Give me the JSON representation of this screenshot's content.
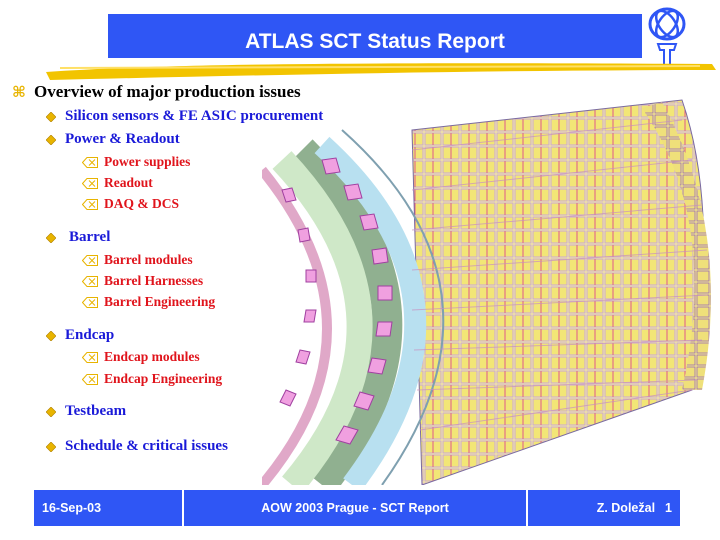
{
  "header": {
    "title": "ATLAS SCT Status Report"
  },
  "colors": {
    "title_bar": "#2f56f5",
    "level1_text": "#1a1ad8",
    "level2_text": "#e0141c",
    "accent_brush": "#f2c400"
  },
  "outline": {
    "heading": "Overview of major production issues",
    "heading_icon": "command-icon",
    "items": [
      {
        "label": "Silicon sensors & FE ASIC procurement",
        "subitems": []
      },
      {
        "label": "Power & Readout",
        "subitems": [
          "Power supplies",
          "Readout",
          "DAQ & DCS"
        ]
      },
      {
        "label": "Barrel",
        "subitems": [
          "Barrel modules",
          "Barrel Harnesses",
          "Barrel Engineering"
        ]
      },
      {
        "label": "Endcap",
        "subitems": [
          "Endcap modules",
          "Endcap Engineering"
        ]
      },
      {
        "label": "Testbeam",
        "subitems": []
      },
      {
        "label": "Schedule & critical issues",
        "subitems": []
      }
    ]
  },
  "footer": {
    "date": "16-Sep-03",
    "conference": "AOW 2003 Prague - SCT Report",
    "author": "Z. Doležal",
    "page_number": "1"
  }
}
